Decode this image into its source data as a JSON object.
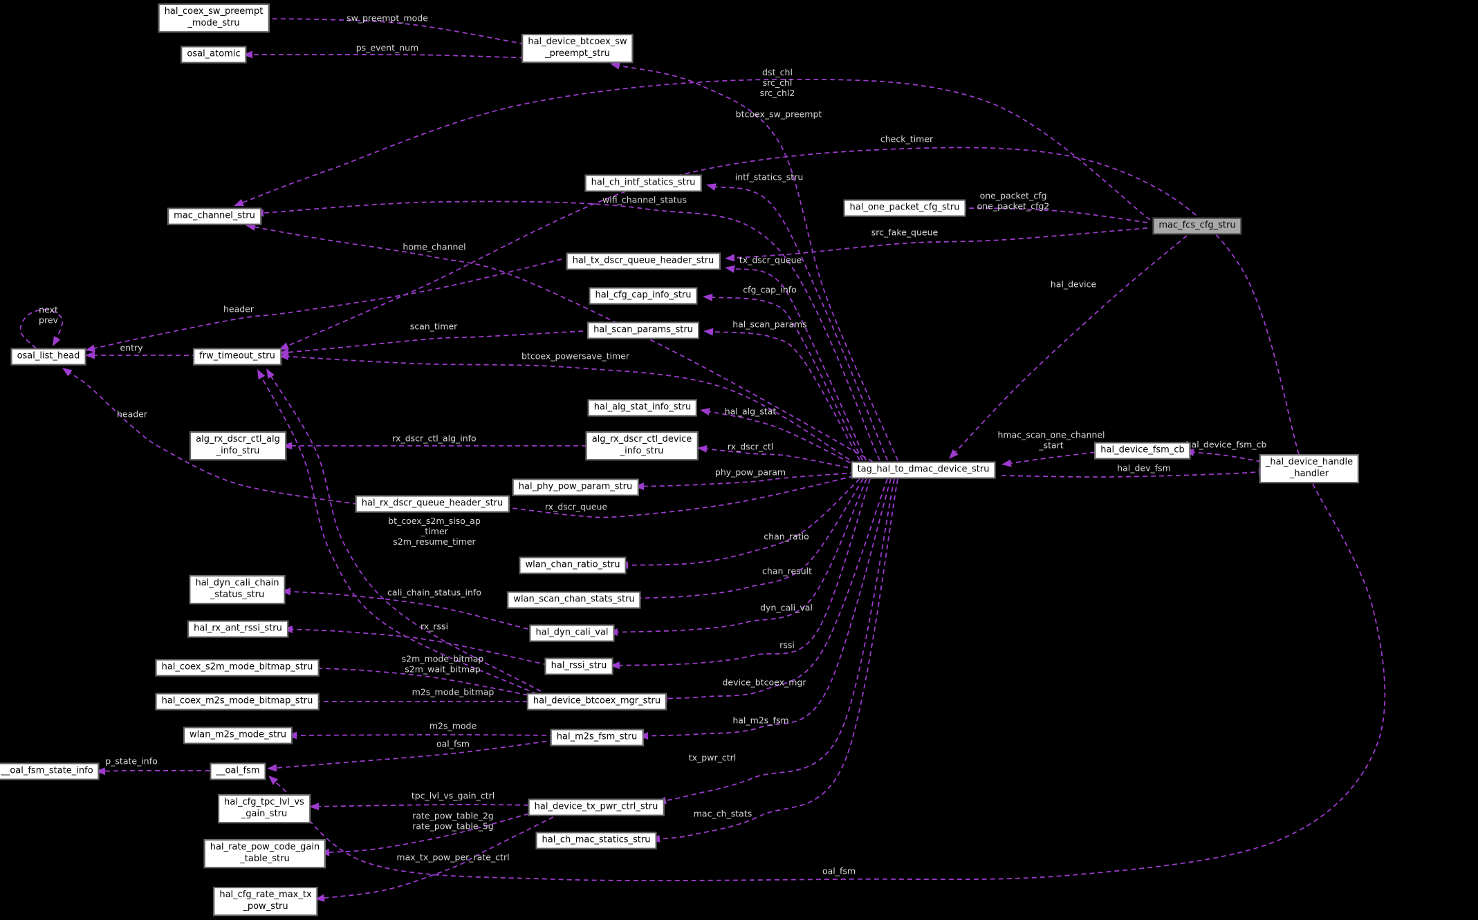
{
  "diagram": {
    "title": "collaboration graph",
    "colors": {
      "background": "#000000",
      "edge": "#9e3bcf",
      "node_fill": "#ffffff",
      "node_border": "#616161",
      "highlight_fill": "#a9a9a9",
      "label_text": "#d9d9d9",
      "node_text": "#000000"
    },
    "nodes": [
      {
        "id": "hal_coex_sw_preempt_mode_stru",
        "label": "hal_coex_sw_preempt\n_mode_stru",
        "highlighted": false
      },
      {
        "id": "osal_atomic",
        "label": "osal_atomic",
        "highlighted": false
      },
      {
        "id": "hal_device_btcoex_sw_preempt_stru",
        "label": "hal_device_btcoex_sw\n_preempt_stru",
        "highlighted": false
      },
      {
        "id": "mac_channel_stru",
        "label": "mac_channel_stru",
        "highlighted": false
      },
      {
        "id": "hal_ch_intf_statics_stru",
        "label": "hal_ch_intf_statics_stru",
        "highlighted": false
      },
      {
        "id": "hal_one_packet_cfg_stru",
        "label": "hal_one_packet_cfg_stru",
        "highlighted": false
      },
      {
        "id": "mac_fcs_cfg_stru",
        "label": "mac_fcs_cfg_stru",
        "highlighted": true
      },
      {
        "id": "hal_tx_dscr_queue_header_stru",
        "label": "hal_tx_dscr_queue_header_stru",
        "highlighted": false
      },
      {
        "id": "hal_cfg_cap_info_stru",
        "label": "hal_cfg_cap_info_stru",
        "highlighted": false
      },
      {
        "id": "hal_scan_params_stru",
        "label": "hal_scan_params_stru",
        "highlighted": false
      },
      {
        "id": "osal_list_head",
        "label": "osal_list_head",
        "highlighted": false
      },
      {
        "id": "frw_timeout_stru",
        "label": "frw_timeout_stru",
        "highlighted": false
      },
      {
        "id": "hal_alg_stat_info_stru",
        "label": "hal_alg_stat_info_stru",
        "highlighted": false
      },
      {
        "id": "alg_rx_dscr_ctl_device_info_stru",
        "label": "alg_rx_dscr_ctl_device\n_info_stru",
        "highlighted": false
      },
      {
        "id": "alg_rx_dscr_ctl_alg_info_stru",
        "label": "alg_rx_dscr_ctl_alg\n_info_stru",
        "highlighted": false
      },
      {
        "id": "hal_phy_pow_param_stru",
        "label": "hal_phy_pow_param_stru",
        "highlighted": false
      },
      {
        "id": "hal_rx_dscr_queue_header_stru",
        "label": "hal_rx_dscr_queue_header_stru",
        "highlighted": false
      },
      {
        "id": "wlan_chan_ratio_stru",
        "label": "wlan_chan_ratio_stru",
        "highlighted": false
      },
      {
        "id": "wlan_scan_chan_stats_stru",
        "label": "wlan_scan_chan_stats_stru",
        "highlighted": false
      },
      {
        "id": "hal_dyn_cali_val",
        "label": "hal_dyn_cali_val",
        "highlighted": false
      },
      {
        "id": "hal_rssi_stru",
        "label": "hal_rssi_stru",
        "highlighted": false
      },
      {
        "id": "hal_dyn_cali_chain_status_stru",
        "label": "hal_dyn_cali_chain\n_status_stru",
        "highlighted": false
      },
      {
        "id": "hal_rx_ant_rssi_stru",
        "label": "hal_rx_ant_rssi_stru",
        "highlighted": false
      },
      {
        "id": "hal_coex_s2m_mode_bitmap_stru",
        "label": "hal_coex_s2m_mode_bitmap_stru",
        "highlighted": false
      },
      {
        "id": "hal_coex_m2s_mode_bitmap_stru",
        "label": "hal_coex_m2s_mode_bitmap_stru",
        "highlighted": false
      },
      {
        "id": "wlan_m2s_mode_stru",
        "label": "wlan_m2s_mode_stru",
        "highlighted": false
      },
      {
        "id": "__oal_fsm_state_info",
        "label": "__oal_fsm_state_info",
        "highlighted": false
      },
      {
        "id": "__oal_fsm",
        "label": "__oal_fsm",
        "highlighted": false
      },
      {
        "id": "hal_device_btcoex_mgr_stru",
        "label": "hal_device_btcoex_mgr_stru",
        "highlighted": false
      },
      {
        "id": "hal_m2s_fsm_stru",
        "label": "hal_m2s_fsm_stru",
        "highlighted": false
      },
      {
        "id": "hal_device_tx_pwr_ctrl_stru",
        "label": "hal_device_tx_pwr_ctrl_stru",
        "highlighted": false
      },
      {
        "id": "hal_ch_mac_statics_stru",
        "label": "hal_ch_mac_statics_stru",
        "highlighted": false
      },
      {
        "id": "hal_cfg_tpc_lvl_vs_gain_stru",
        "label": "hal_cfg_tpc_lvl_vs\n_gain_stru",
        "highlighted": false
      },
      {
        "id": "hal_rate_pow_code_gain_table_stru",
        "label": "hal_rate_pow_code_gain\n_table_stru",
        "highlighted": false
      },
      {
        "id": "hal_cfg_rate_max_tx_pow_stru",
        "label": "hal_cfg_rate_max_tx\n_pow_stru",
        "highlighted": false
      },
      {
        "id": "tag_hal_to_dmac_device_stru",
        "label": "tag_hal_to_dmac_device_stru",
        "highlighted": false
      },
      {
        "id": "hal_device_fsm_cb",
        "label": "hal_device_fsm_cb",
        "highlighted": false
      },
      {
        "id": "_hal_device_handle_handler",
        "label": "_hal_device_handle\n_handler",
        "highlighted": false
      }
    ],
    "edges": [
      {
        "from": "hal_device_btcoex_sw_preempt_stru",
        "to": "hal_coex_sw_preempt_mode_stru",
        "label": "sw_preempt_mode"
      },
      {
        "from": "hal_device_btcoex_sw_preempt_stru",
        "to": "osal_atomic",
        "label": "ps_event_num"
      },
      {
        "from": "mac_fcs_cfg_stru",
        "to": "mac_channel_stru",
        "label": "dst_chl\nsrc_chl\nsrc_chl2"
      },
      {
        "from": "tag_hal_to_dmac_device_stru",
        "to": "hal_device_btcoex_sw_preempt_stru",
        "label": "btcoex_sw_preempt"
      },
      {
        "from": "_hal_device_handle_handler",
        "to": "frw_timeout_stru",
        "label": "check_timer"
      },
      {
        "from": "mac_fcs_cfg_stru",
        "to": "hal_one_packet_cfg_stru",
        "label": "one_packet_cfg\none_packet_cfg2"
      },
      {
        "from": "mac_fcs_cfg_stru",
        "to": "hal_tx_dscr_queue_header_stru",
        "label": "src_fake_queue"
      },
      {
        "from": "mac_fcs_cfg_stru",
        "to": "tag_hal_to_dmac_device_stru",
        "label": "hal_device"
      },
      {
        "from": "tag_hal_to_dmac_device_stru",
        "to": "hal_ch_intf_statics_stru",
        "label": "intf_statics_stru"
      },
      {
        "from": "tag_hal_to_dmac_device_stru",
        "to": "mac_channel_stru",
        "label": "wifi_channel_status"
      },
      {
        "from": "tag_hal_to_dmac_device_stru",
        "to": "mac_channel_stru",
        "label": "home_channel"
      },
      {
        "from": "tag_hal_to_dmac_device_stru",
        "to": "hal_tx_dscr_queue_header_stru",
        "label": "tx_dscr_queue"
      },
      {
        "from": "tag_hal_to_dmac_device_stru",
        "to": "hal_cfg_cap_info_stru",
        "label": "cfg_cap_info"
      },
      {
        "from": "tag_hal_to_dmac_device_stru",
        "to": "hal_scan_params_stru",
        "label": "hal_scan_params"
      },
      {
        "from": "tag_hal_to_dmac_device_stru",
        "to": "frw_timeout_stru",
        "label": "btcoex_powersave_timer"
      },
      {
        "from": "hal_scan_params_stru",
        "to": "frw_timeout_stru",
        "label": "scan_timer"
      },
      {
        "from": "hal_tx_dscr_queue_header_stru",
        "to": "osal_list_head",
        "label": "header"
      },
      {
        "from": "frw_timeout_stru",
        "to": "osal_list_head",
        "label": "entry"
      },
      {
        "from": "osal_list_head",
        "to": "osal_list_head",
        "label": "next\nprev"
      },
      {
        "from": "hal_rx_dscr_queue_header_stru",
        "to": "osal_list_head",
        "label": "header"
      },
      {
        "from": "tag_hal_to_dmac_device_stru",
        "to": "hal_alg_stat_info_stru",
        "label": "hal_alg_stat"
      },
      {
        "from": "tag_hal_to_dmac_device_stru",
        "to": "alg_rx_dscr_ctl_device_info_stru",
        "label": "rx_dscr_ctl"
      },
      {
        "from": "alg_rx_dscr_ctl_device_info_stru",
        "to": "alg_rx_dscr_ctl_alg_info_stru",
        "label": "rx_dscr_ctl_alg_info"
      },
      {
        "from": "tag_hal_to_dmac_device_stru",
        "to": "hal_phy_pow_param_stru",
        "label": "phy_pow_param"
      },
      {
        "from": "tag_hal_to_dmac_device_stru",
        "to": "hal_rx_dscr_queue_header_stru",
        "label": "rx_dscr_queue"
      },
      {
        "from": "tag_hal_to_dmac_device_stru",
        "to": "wlan_chan_ratio_stru",
        "label": "chan_ratio"
      },
      {
        "from": "tag_hal_to_dmac_device_stru",
        "to": "wlan_scan_chan_stats_stru",
        "label": "chan_result"
      },
      {
        "from": "tag_hal_to_dmac_device_stru",
        "to": "hal_dyn_cali_val",
        "label": "dyn_cali_val"
      },
      {
        "from": "tag_hal_to_dmac_device_stru",
        "to": "hal_rssi_stru",
        "label": "rssi"
      },
      {
        "from": "hal_dyn_cali_val",
        "to": "hal_dyn_cali_chain_status_stru",
        "label": "cali_chain_status_info"
      },
      {
        "from": "hal_rssi_stru",
        "to": "hal_rx_ant_rssi_stru",
        "label": "rx_rssi"
      },
      {
        "from": "hal_device_btcoex_mgr_stru",
        "to": "hal_coex_s2m_mode_bitmap_stru",
        "label": "s2m_mode_bitmap\ns2m_wait_bitmap"
      },
      {
        "from": "hal_device_btcoex_mgr_stru",
        "to": "hal_coex_m2s_mode_bitmap_stru",
        "label": "m2s_mode_bitmap"
      },
      {
        "from": "tag_hal_to_dmac_device_stru",
        "to": "hal_device_btcoex_mgr_stru",
        "label": "device_btcoex_mgr"
      },
      {
        "from": "tag_hal_to_dmac_device_stru",
        "to": "hal_m2s_fsm_stru",
        "label": "hal_m2s_fsm"
      },
      {
        "from": "hal_m2s_fsm_stru",
        "to": "wlan_m2s_mode_stru",
        "label": "m2s_mode"
      },
      {
        "from": "hal_m2s_fsm_stru",
        "to": "__oal_fsm",
        "label": "oal_fsm"
      },
      {
        "from": "__oal_fsm",
        "to": "__oal_fsm_state_info",
        "label": "p_state_info"
      },
      {
        "from": "tag_hal_to_dmac_device_stru",
        "to": "hal_device_tx_pwr_ctrl_stru",
        "label": "tx_pwr_ctrl"
      },
      {
        "from": "hal_device_tx_pwr_ctrl_stru",
        "to": "hal_cfg_tpc_lvl_vs_gain_stru",
        "label": "tpc_lvl_vs_gain_ctrl"
      },
      {
        "from": "hal_device_tx_pwr_ctrl_stru",
        "to": "hal_rate_pow_code_gain_table_stru",
        "label": "rate_pow_table_2g\nrate_pow_table_5g"
      },
      {
        "from": "hal_device_tx_pwr_ctrl_stru",
        "to": "hal_cfg_rate_max_tx_pow_stru",
        "label": "max_tx_pow_per_rate_ctrl"
      },
      {
        "from": "tag_hal_to_dmac_device_stru",
        "to": "hal_ch_mac_statics_stru",
        "label": "mac_ch_stats"
      },
      {
        "from": "hal_device_fsm_cb",
        "to": "tag_hal_to_dmac_device_stru",
        "label": "hmac_scan_one_channel\n_start"
      },
      {
        "from": "_hal_device_handle_handler",
        "to": "hal_device_fsm_cb",
        "label": "hal_device_fsm_cb"
      },
      {
        "from": "tag_hal_to_dmac_device_stru",
        "to": "_hal_device_handle_handler",
        "label": "hal_dev_fsm"
      },
      {
        "from": "_hal_device_handle_handler",
        "to": "__oal_fsm",
        "label": "oal_fsm"
      },
      {
        "from": "hal_device_btcoex_mgr_stru",
        "to": "frw_timeout_stru",
        "label": "bt_coex_s2m_siso_ap\n_timer\ns2m_resume_timer"
      },
      {
        "from": "hal_device_btcoex_mgr_stru",
        "to": "frw_timeout_stru",
        "label": ""
      }
    ]
  }
}
